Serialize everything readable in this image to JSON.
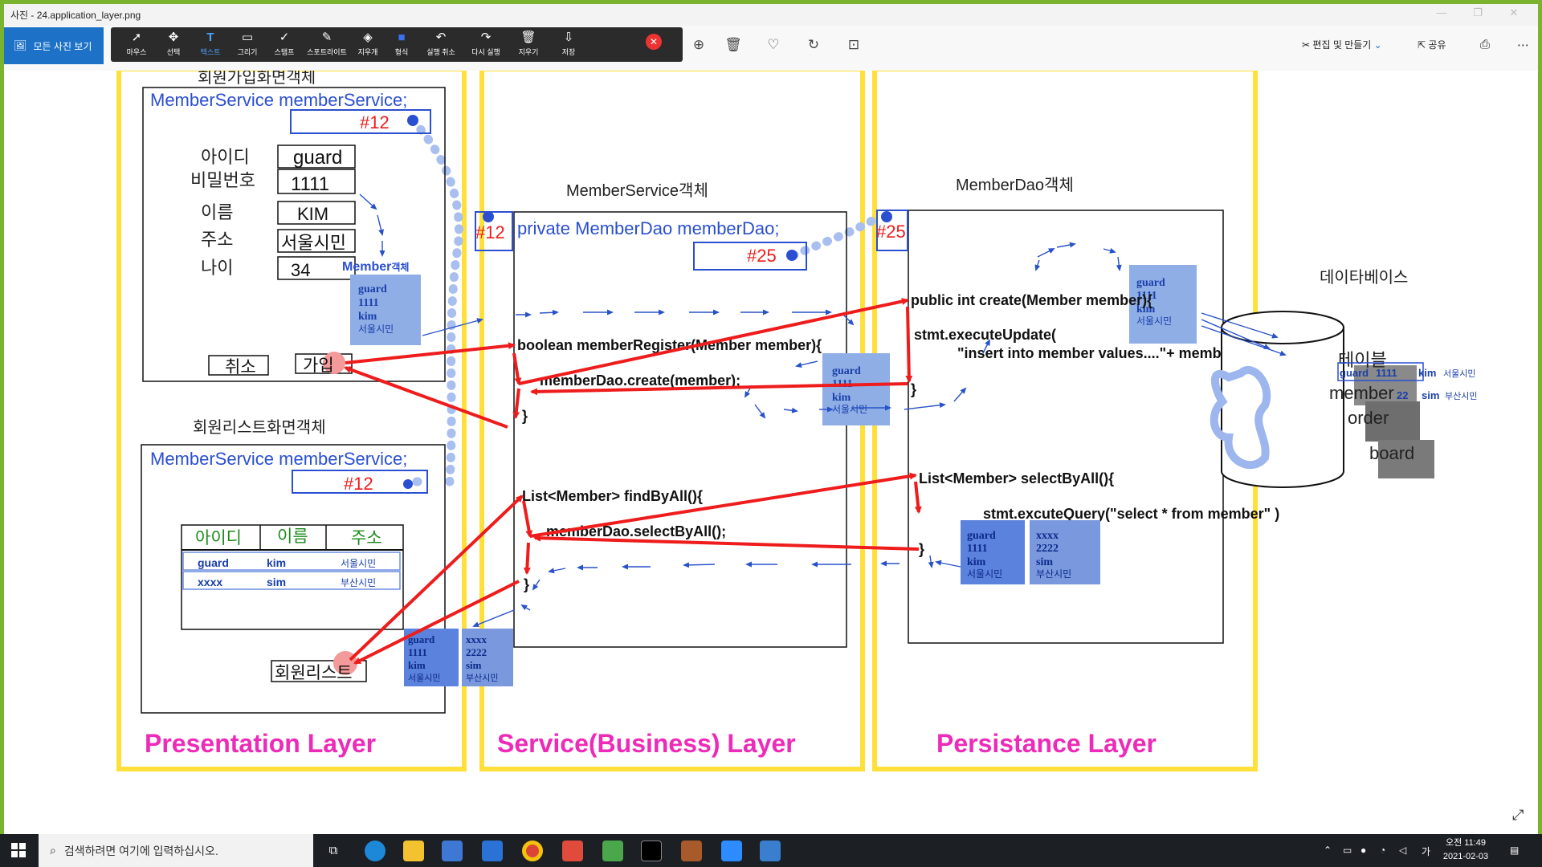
{
  "window": {
    "title": "사진 - 24.application_layer.png"
  },
  "toolbar": {
    "all_photos": "모든 사진 보기",
    "tools": [
      "마우스",
      "선택",
      "텍스트",
      "그리기",
      "스탬프",
      "스포트라이트",
      "지우개",
      "형식",
      "실행 취소",
      "다시 실행",
      "지우기",
      "저장"
    ],
    "edit_create": "편집 및 만들기",
    "share": "공유"
  },
  "diagram": {
    "layers": [
      "Presentation Layer",
      "Service(Business) Layer",
      "Persistance Layer"
    ],
    "join_screen": {
      "title": "회원가입화면객체",
      "service_field": "MemberService memberService;",
      "ref": "#12",
      "labels": [
        "아이디",
        "비밀번호",
        "이름",
        "주소",
        "나이"
      ],
      "values": [
        "guard",
        "1111",
        "KIM",
        "서울시민",
        "34"
      ],
      "member_label": "Member",
      "member_label_suffix": "객체",
      "member_values": [
        "guard",
        "1111",
        "kim",
        "서울시민"
      ],
      "cancel": "취소",
      "join": "가입"
    },
    "list_screen": {
      "title": "회원리스트화면객체",
      "service_field": "MemberService memberService;",
      "ref": "#12",
      "headers": [
        "아이디",
        "이름",
        "주소"
      ],
      "rows": [
        [
          "guard",
          "kim",
          "서울시민"
        ],
        [
          "xxxx",
          "sim",
          "부산시민"
        ]
      ],
      "button": "회원리스트",
      "card1": [
        "guard",
        "1111",
        "kim",
        "서울시민"
      ],
      "card2": [
        "xxxx",
        "2222",
        "sim",
        "부산시민"
      ]
    },
    "service": {
      "title": "MemberService객체",
      "ref_left": "#12",
      "dao_field": "private MemberDao memberDao;",
      "ref": "#25",
      "register": "boolean memberRegister(Member member){",
      "create_call": "memberDao.create(member);",
      "close1": "}",
      "find": "List<Member> findByAll(){",
      "select_call": "memberDao.selectByAll();",
      "close2": "}",
      "card": [
        "guard",
        "1111",
        "kim",
        "서울시민"
      ]
    },
    "dao": {
      "title": "MemberDao객체",
      "ref_left": "#25",
      "create": "public int create(Member member){",
      "exec1": "stmt.executeUpdate(",
      "exec2": "\"insert into member values....\"+ member);",
      "close1": "}",
      "select": "List<Member> selectByAll(){",
      "exec3": "stmt.excuteQuery(\"select * from member\" )",
      "close2": "}",
      "card_top": [
        "guard",
        "1111",
        "kim",
        "서울시민"
      ],
      "card1": [
        "guard",
        "1111",
        "kim",
        "서울시민"
      ],
      "card2": [
        "xxxx",
        "2222",
        "sim",
        "부산시민"
      ]
    },
    "database": {
      "title": "데이타베이스",
      "table_label": "테이블",
      "tables": [
        "member",
        "order",
        "board"
      ],
      "row1": [
        "guard",
        "1111",
        "kim",
        "서울시민"
      ],
      "row2": [
        "22",
        "sim",
        "부산시민"
      ]
    }
  },
  "taskbar": {
    "search": "검색하려면 여기에 입력하십시오.",
    "ime": "가",
    "time": "오전 11:49",
    "date": "2021-02-03"
  }
}
